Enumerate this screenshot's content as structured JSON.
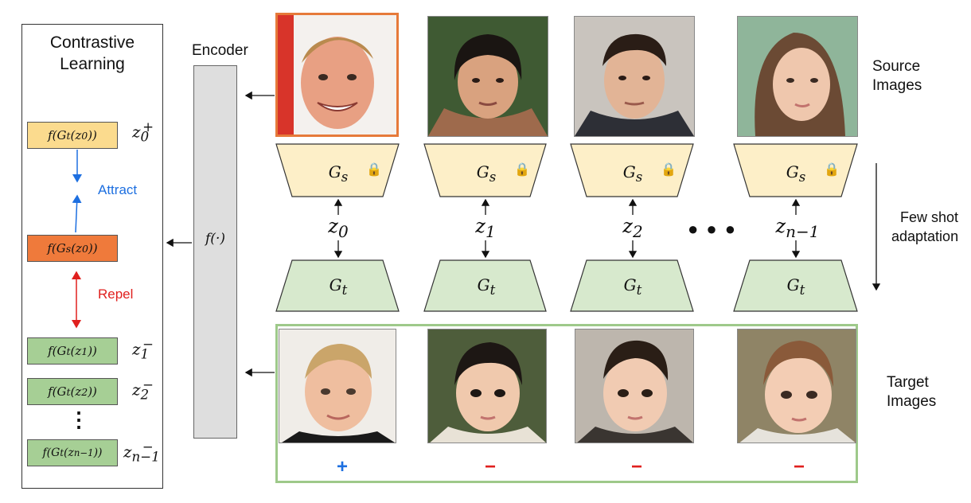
{
  "panel": {
    "title_line1": "Contrastive",
    "title_line2": "Learning",
    "boxes": [
      {
        "text": "f(G",
        "sub": "t",
        "arg": "(z",
        "argsub": "0",
        "end": "))"
      },
      {
        "text": "f(G",
        "sub": "s",
        "arg": "(z",
        "argsub": "0",
        "end": "))"
      },
      {
        "text": "f(G",
        "sub": "t",
        "arg": "(z",
        "argsub": "1",
        "end": "))"
      },
      {
        "text": "f(G",
        "sub": "t",
        "arg": "(z",
        "argsub": "2",
        "end": "))"
      },
      {
        "text": "f(G",
        "sub": "t",
        "arg": "(z",
        "argsub": "n−1",
        "end": "))"
      }
    ],
    "z_labels": [
      {
        "base": "z",
        "sub": "0",
        "sup": "+"
      },
      {
        "base": "z",
        "sub": "1",
        "sup": "−"
      },
      {
        "base": "z",
        "sub": "2",
        "sup": "−"
      },
      {
        "base": "z",
        "sub": "n−1",
        "sup": "−"
      }
    ],
    "attract_label": "Attract",
    "repel_label": "Repel",
    "ellipsis": "⋮"
  },
  "encoder": {
    "label": "Encoder",
    "function_label": "f(·)"
  },
  "source_label": {
    "line1": "Source",
    "line2": "Images"
  },
  "target_label": {
    "line1": "Target",
    "line2": "Images"
  },
  "adaptation_label": {
    "line1": "Few shot",
    "line2": "adaptation"
  },
  "generators": {
    "source": {
      "base": "G",
      "sub": "s",
      "lock": "🔒"
    },
    "target": {
      "base": "G",
      "sub": "t"
    }
  },
  "latents": [
    {
      "base": "z",
      "sub": "0"
    },
    {
      "base": "z",
      "sub": "1"
    },
    {
      "base": "z",
      "sub": "2"
    },
    {
      "base": "z",
      "sub": "n−1"
    }
  ],
  "dots": "● ● ●",
  "signs": [
    "+",
    "−",
    "−",
    "−"
  ],
  "colors": {
    "source_gen": "#fdefc8",
    "target_gen": "#d7e9cd",
    "attract": "#1d6fe0",
    "repel": "#e0201e",
    "highlight": "#e67a3a",
    "target_frame": "#9ec98a",
    "positive": "#1d6fe0",
    "negative": "#e0201e"
  }
}
